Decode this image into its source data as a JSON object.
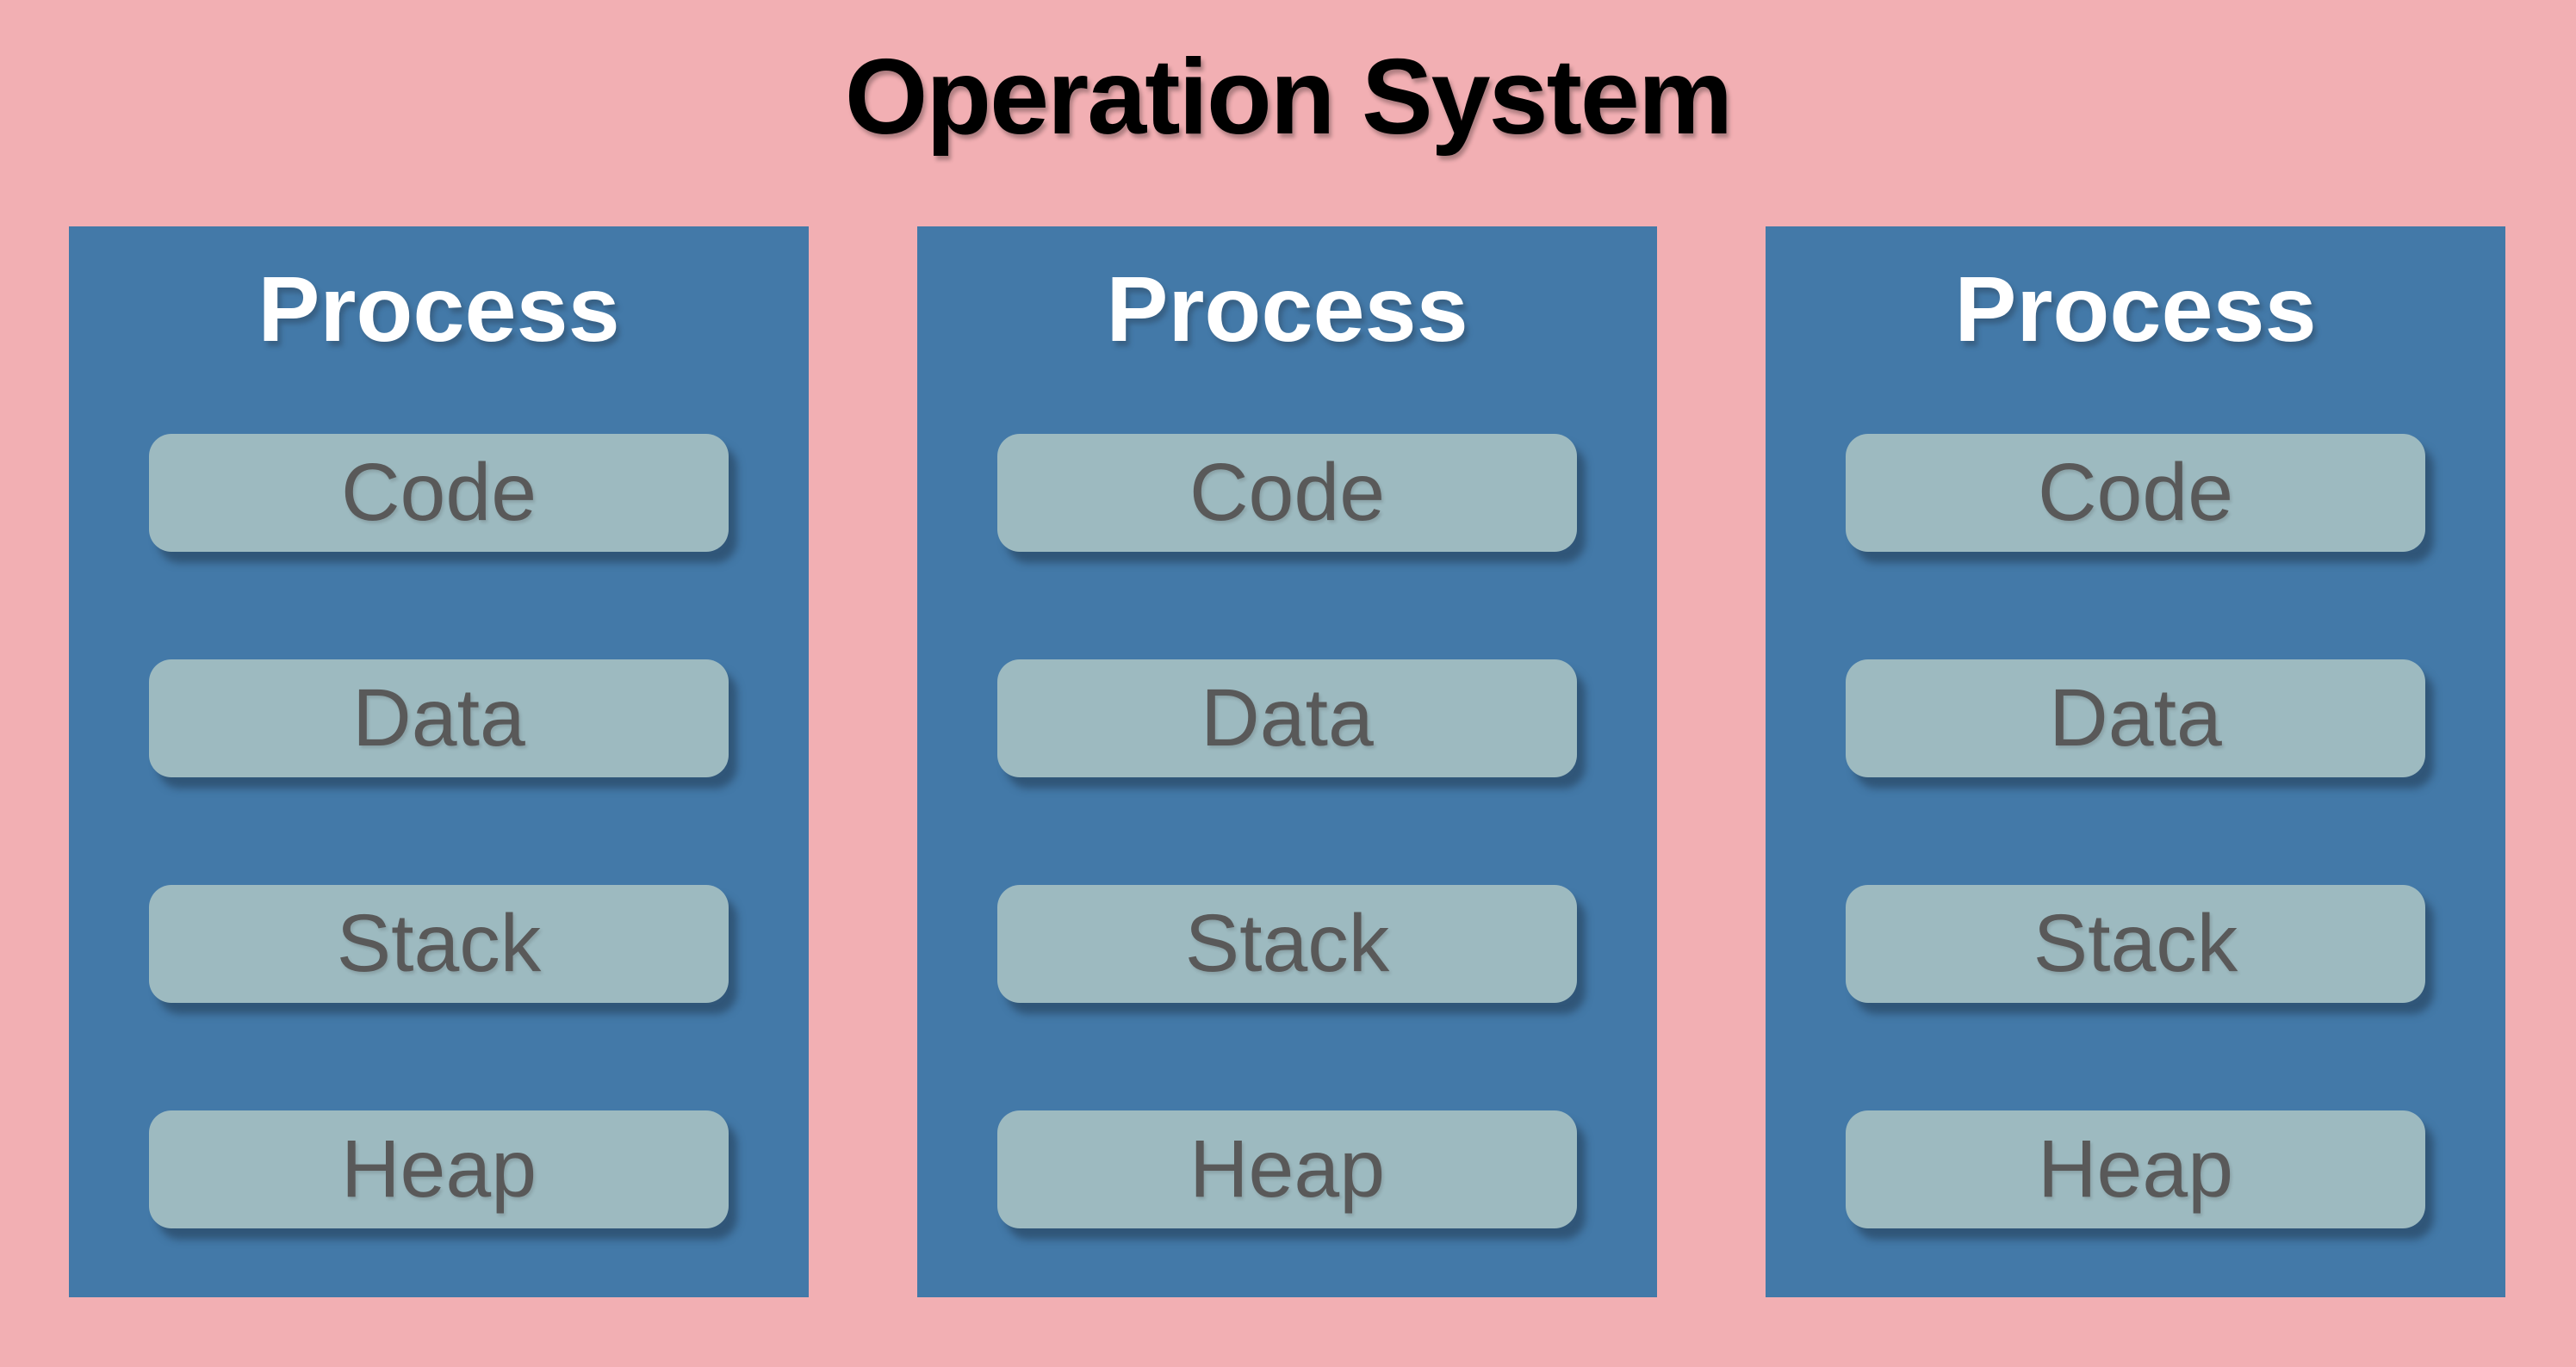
{
  "title": "Operation System",
  "colors": {
    "background": "#F2AFB3",
    "process_card": "#4379A8",
    "memory_box": "#9DBAC0",
    "memory_box_text": "#595959",
    "process_title_text": "#FFFFFF",
    "diagram_title_text": "#000000"
  },
  "processes": [
    {
      "label": "Process",
      "segments": [
        "Code",
        "Data",
        "Stack",
        "Heap"
      ]
    },
    {
      "label": "Process",
      "segments": [
        "Code",
        "Data",
        "Stack",
        "Heap"
      ]
    },
    {
      "label": "Process",
      "segments": [
        "Code",
        "Data",
        "Stack",
        "Heap"
      ]
    }
  ]
}
